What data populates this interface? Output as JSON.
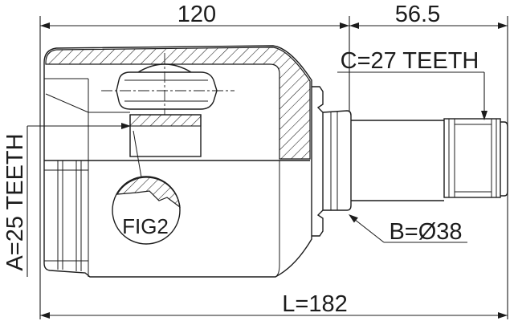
{
  "drawing": {
    "dim_housing_length": "120",
    "dim_shaft_length": "56.5",
    "dim_overall_length": "L=182",
    "outer_spline_label": "C=27 TEETH",
    "inner_spline_label": "A=25 TEETH",
    "seal_diameter_label": "B=Ø38",
    "detail_label": "FIG2"
  }
}
